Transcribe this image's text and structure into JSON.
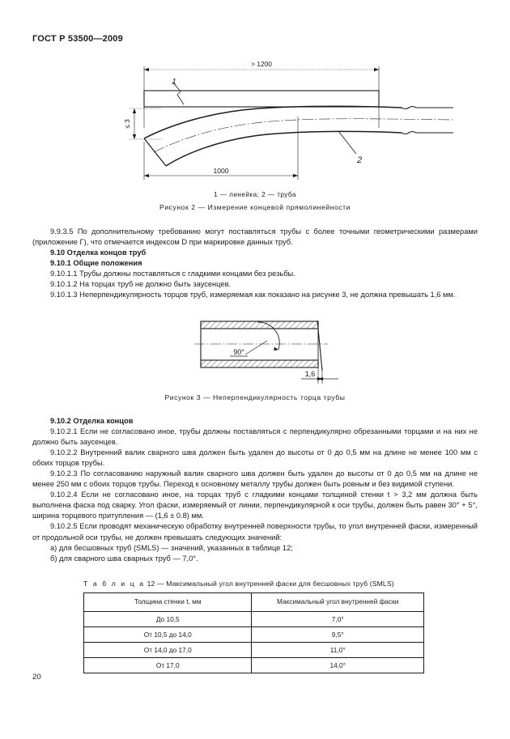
{
  "document": {
    "standard_header": "ГОСТ Р 53500—2009",
    "page_number": "20"
  },
  "figure2": {
    "caption": "Рисунок 2 — Измерение концевой прямолинейности",
    "legend": "1 — линейка; 2 — труба",
    "dim_top": "> 1200",
    "dim_left": "≤ 3",
    "dim_bottom": "1000",
    "callout_1": "1",
    "callout_2": "2"
  },
  "figure3": {
    "caption": "Рисунок 3 — Неперпендикулярность торца трубы",
    "angle_label": "90°",
    "dim_label": "1,6"
  },
  "text_block_1": {
    "p_9_9_3_5": "9.9.3.5 По дополнительному требованию могут поставляться трубы с более точными геометрическими размерами (приложение Г), что отмечается индексом D при маркировке данных труб.",
    "h_9_10": "9.10 Отделка концов труб",
    "h_9_10_1": "9.10.1 Общие положения",
    "p_9_10_1_1": "9.10.1.1 Трубы должны поставляться с гладкими концами без резьбы.",
    "p_9_10_1_2": "9.10.1.2 На торцах труб не должно быть заусенцев.",
    "p_9_10_1_3": "9.10.1.3 Неперпендикулярность торцов труб, измеряемая как показано на рисунке 3, не должна превышать 1,6 мм."
  },
  "text_block_2": {
    "h_9_10_2": "9.10.2 Отделка концов",
    "p_9_10_2_1": "9.10.2.1 Если не согласовано иное, трубы должны поставляться с перпендикулярно обрезанными торцами и на них не должно быть заусенцев.",
    "p_9_10_2_2": "9.10.2.2 Внутренний валик сварного шва должен быть удален до высоты от 0 до 0,5 мм на длине не менее 100 мм с обоих торцов трубы.",
    "p_9_10_2_3": "9.10.2.3 По согласованию наружный  валик  сварного  шва  должен  быть удален  до высоты от 0 до 0,5 мм на длине не менее 250 мм с обоих торцов трубы. Переход к основному металлу трубы должен быть ровным и без видимой ступени.",
    "p_9_10_2_4": "9.10.2.4 Если не согласовано иное, на торцах труб с гладкими концами толщиной стенки t > 3,2 мм должна быть выполнена фаска под сварку. Угол фаски, измеряемый от линии, перпендикулярной к оси трубы, должен быть равен 30° + 5°, ширина торцевого притупления — (1,6 ± 0.8) мм.",
    "p_9_10_2_5": "9.10.2.5 Если проводят механическую обработку внутренней поверхности трубы, то угол внутренней фаски, измеренный от продольной оси трубы, не должен превышать следующих значений:",
    "p_item_a": "а) для бесшовных труб (SMLS) — значений, указанных в таблице 12;",
    "p_item_b": "б) для сварного шва сварных труб — 7,0°."
  },
  "table12": {
    "caption_prefix": "Т а б л и ц а",
    "caption_rest": " 12 — Максимальный угол внутренней фаски для бесшовных труб (SMLS)",
    "headers": [
      "Толщина стенки t, мм",
      "Максимальный угол внутренней фаски"
    ],
    "rows": [
      [
        "До 10,5",
        "7,0°"
      ],
      [
        "От 10,5 до 14,0",
        "9,5°"
      ],
      [
        "От 14,0 до 17,0",
        "11,0°"
      ],
      [
        "От 17,0",
        "14,0°"
      ]
    ]
  }
}
